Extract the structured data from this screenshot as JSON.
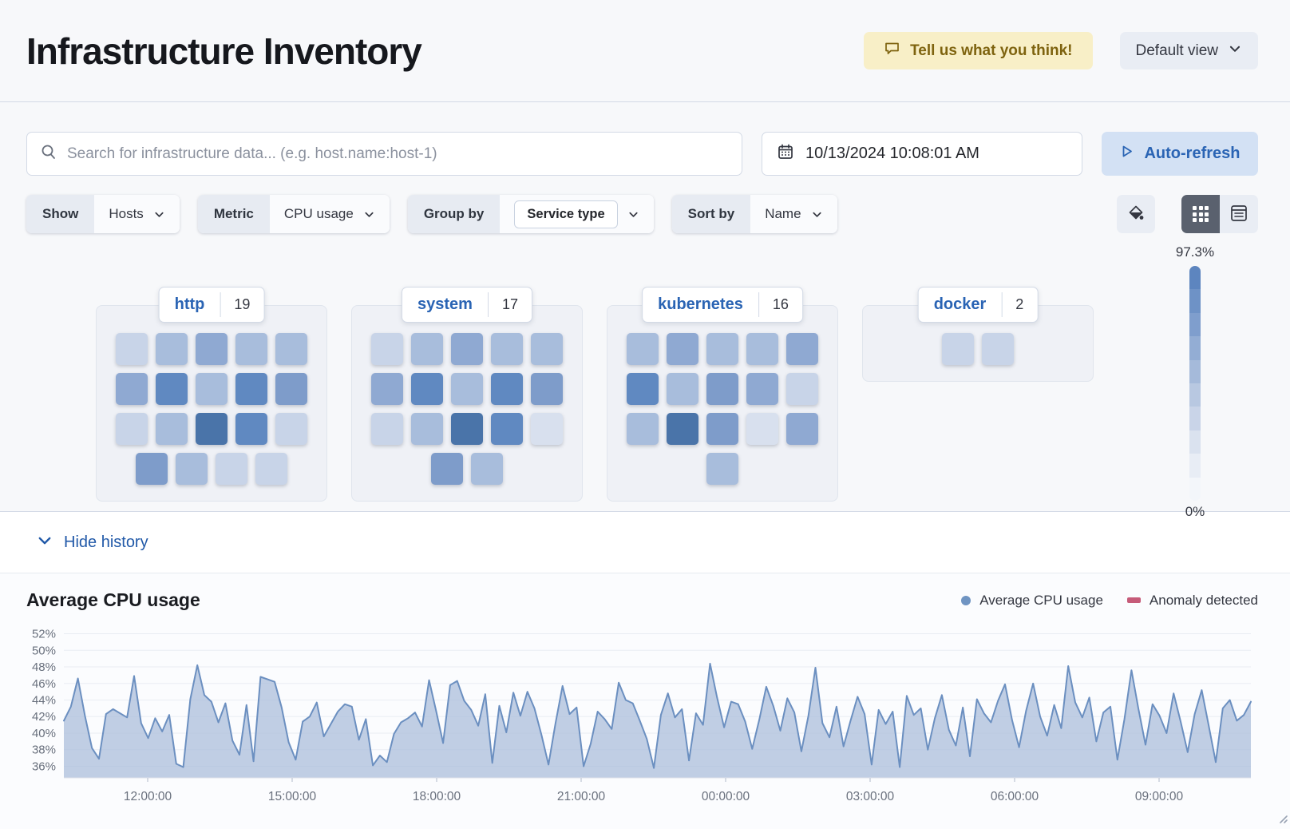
{
  "header": {
    "title": "Infrastructure Inventory",
    "feedback_button": "Tell us what you think!",
    "view_button": "Default view"
  },
  "toolbar": {
    "search_placeholder": "Search for infrastructure data... (e.g. host.name:host-1)",
    "datetime": "10/13/2024 10:08:01 AM",
    "auto_refresh": "Auto-refresh"
  },
  "filters": {
    "show": {
      "label": "Show",
      "value": "Hosts"
    },
    "metric": {
      "label": "Metric",
      "value": "CPU usage"
    },
    "group_by": {
      "label": "Group by",
      "value": "Service type"
    },
    "sort_by": {
      "label": "Sort by",
      "value": "Name"
    }
  },
  "legend_scale": {
    "max": "97.3%",
    "min": "0%"
  },
  "palette": {
    "1": "#d8e0ee",
    "2": "#c8d4e8",
    "3": "#a8bddc",
    "4": "#8fa9d2",
    "5": "#7e9cca",
    "6": "#6089c1",
    "7": "#4a74a9"
  },
  "scale_colors": [
    "#5d85bf",
    "#6e92c6",
    "#7f9ecd",
    "#93add4",
    "#a5bada",
    "#b8c8e1",
    "#c9d4e8",
    "#dae2ef",
    "#e8edf5",
    "#f3f6fa"
  ],
  "groups": [
    {
      "name": "http",
      "count": "19",
      "rows": [
        [
          2,
          3,
          4,
          3,
          3
        ],
        [
          4,
          6,
          3,
          6,
          5
        ],
        [
          2,
          3,
          7,
          6,
          2
        ],
        [
          5,
          3,
          2,
          2
        ]
      ]
    },
    {
      "name": "system",
      "count": "17",
      "rows": [
        [
          2,
          3,
          4,
          3,
          3
        ],
        [
          4,
          6,
          3,
          6,
          5
        ],
        [
          2,
          3,
          7,
          6,
          1
        ],
        [
          5,
          3
        ]
      ]
    },
    {
      "name": "kubernetes",
      "count": "16",
      "rows": [
        [
          3,
          4,
          3,
          3,
          4
        ],
        [
          6,
          3,
          5,
          4,
          2
        ],
        [
          3,
          7,
          5,
          1,
          4
        ],
        [
          3
        ]
      ]
    },
    {
      "name": "docker",
      "count": "2",
      "rows": [
        [
          2,
          2
        ]
      ]
    }
  ],
  "history": {
    "toggle": "Hide history"
  },
  "icons": {
    "feedback": "speech-bubble",
    "view_dropdown": "chevron-down",
    "search": "magnifier",
    "date": "calendar",
    "auto_refresh": "play-outline",
    "paint": "fill-bucket",
    "grid_view": "grid-3x3",
    "table_view": "table-rows",
    "history_toggle": "chevron-down",
    "resize": "diagonal-grip"
  },
  "chart_data": {
    "type": "area",
    "title": "Average CPU usage",
    "legend": [
      "Average CPU usage",
      "Anomaly detected"
    ],
    "legend_colors": [
      "#6f94c2",
      "#c65b79"
    ],
    "line_color": "#6b8fc0",
    "fill_color": "#a9bdd9",
    "grid": true,
    "unit": "%",
    "ylim": [
      34.6,
      53.4
    ],
    "y_ticks": [
      36,
      38,
      40,
      42,
      44,
      46,
      48,
      50,
      52
    ],
    "y_tick_labels": [
      "36%",
      "38%",
      "40%",
      "42%",
      "44%",
      "46%",
      "48%",
      "50%",
      "52%"
    ],
    "x_tick_labels": [
      "12:00:00",
      "15:00:00",
      "18:00:00",
      "21:00:00",
      "00:00:00",
      "03:00:00",
      "06:00:00",
      "09:00:00"
    ],
    "values": [
      41.5,
      43.2,
      46.6,
      42.1,
      38.2,
      36.9,
      42.3,
      42.9,
      42.4,
      41.9,
      46.9,
      41.2,
      39.4,
      41.8,
      40.2,
      42.2,
      36.3,
      35.9,
      44.1,
      48.2,
      44.6,
      43.8,
      41.3,
      43.6,
      39.1,
      37.4,
      43.4,
      36.6,
      46.8,
      46.5,
      46.2,
      43.1,
      38.9,
      36.8,
      41.4,
      42.0,
      43.7,
      39.6,
      41.1,
      42.6,
      43.5,
      43.2,
      39.2,
      41.7,
      36.1,
      37.3,
      36.5,
      39.9,
      41.3,
      41.8,
      42.5,
      40.8,
      46.4,
      42.7,
      38.8,
      45.8,
      46.3,
      43.9,
      42.8,
      40.9,
      44.7,
      36.4,
      43.3,
      40.1,
      44.9,
      42.1,
      45.0,
      43.0,
      39.8,
      36.2,
      41.2,
      45.7,
      42.3,
      43.1,
      36.0,
      38.7,
      42.6,
      41.7,
      40.5,
      46.1,
      44.0,
      43.6,
      41.5,
      39.3,
      35.8,
      42.2,
      44.8,
      41.9,
      42.9,
      36.7,
      42.4,
      41.0,
      48.4,
      44.3,
      40.7,
      43.8,
      43.5,
      41.4,
      38.1,
      41.6,
      45.6,
      43.3,
      40.3,
      44.2,
      42.5,
      37.8,
      42.1,
      47.9,
      41.2,
      39.5,
      43.2,
      38.4,
      41.5,
      44.4,
      42.3,
      36.2,
      42.8,
      41.1,
      42.6,
      35.9,
      44.5,
      42.2,
      43.0,
      38.0,
      41.8,
      44.6,
      40.4,
      38.5,
      43.1,
      37.2,
      44.1,
      42.4,
      41.3,
      43.9,
      45.9,
      41.6,
      38.3,
      42.7,
      46.0,
      42.0,
      39.7,
      43.4,
      40.6,
      48.1,
      43.7,
      41.9,
      44.3,
      39.0,
      42.5,
      43.2,
      36.8,
      41.7,
      47.6,
      42.9,
      38.6,
      43.5,
      42.1,
      40.0,
      44.8,
      41.4,
      37.7,
      42.3,
      45.2,
      40.9,
      36.5,
      43.0,
      44.0,
      41.5,
      42.2,
      43.8
    ]
  }
}
